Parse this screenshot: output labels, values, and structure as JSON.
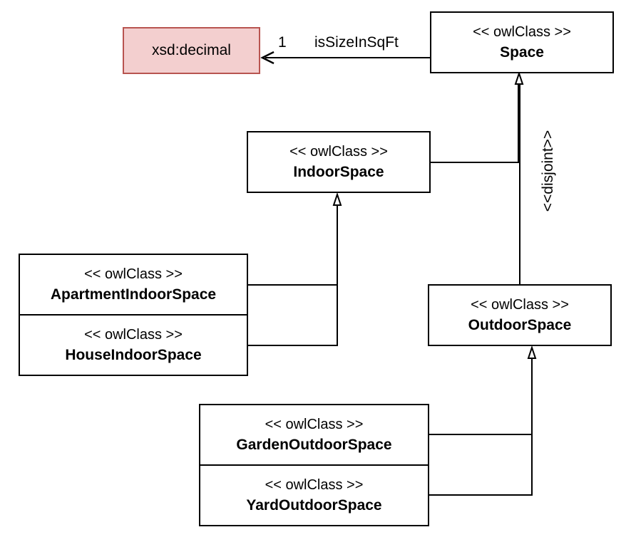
{
  "datatype": {
    "name": "xsd:decimal",
    "fill": "#f3cfcf",
    "stroke": "#b85450"
  },
  "association": {
    "label": "isSizeInSqFt",
    "multiplicity": "1"
  },
  "disjoint_label": "<<disjoint>>",
  "classes": {
    "space": {
      "stereotype": "<< owlClass >>",
      "name": "Space"
    },
    "indoor": {
      "stereotype": "<< owlClass >>",
      "name": "IndoorSpace"
    },
    "outdoor": {
      "stereotype": "<< owlClass >>",
      "name": "OutdoorSpace"
    },
    "apartment": {
      "stereotype": "<< owlClass >>",
      "name": "ApartmentIndoorSpace"
    },
    "house": {
      "stereotype": "<< owlClass >>",
      "name": "HouseIndoorSpace"
    },
    "garden": {
      "stereotype": "<< owlClass >>",
      "name": "GardenOutdoorSpace"
    },
    "yard": {
      "stereotype": "<< owlClass >>",
      "name": "YardOutdoorSpace"
    }
  }
}
